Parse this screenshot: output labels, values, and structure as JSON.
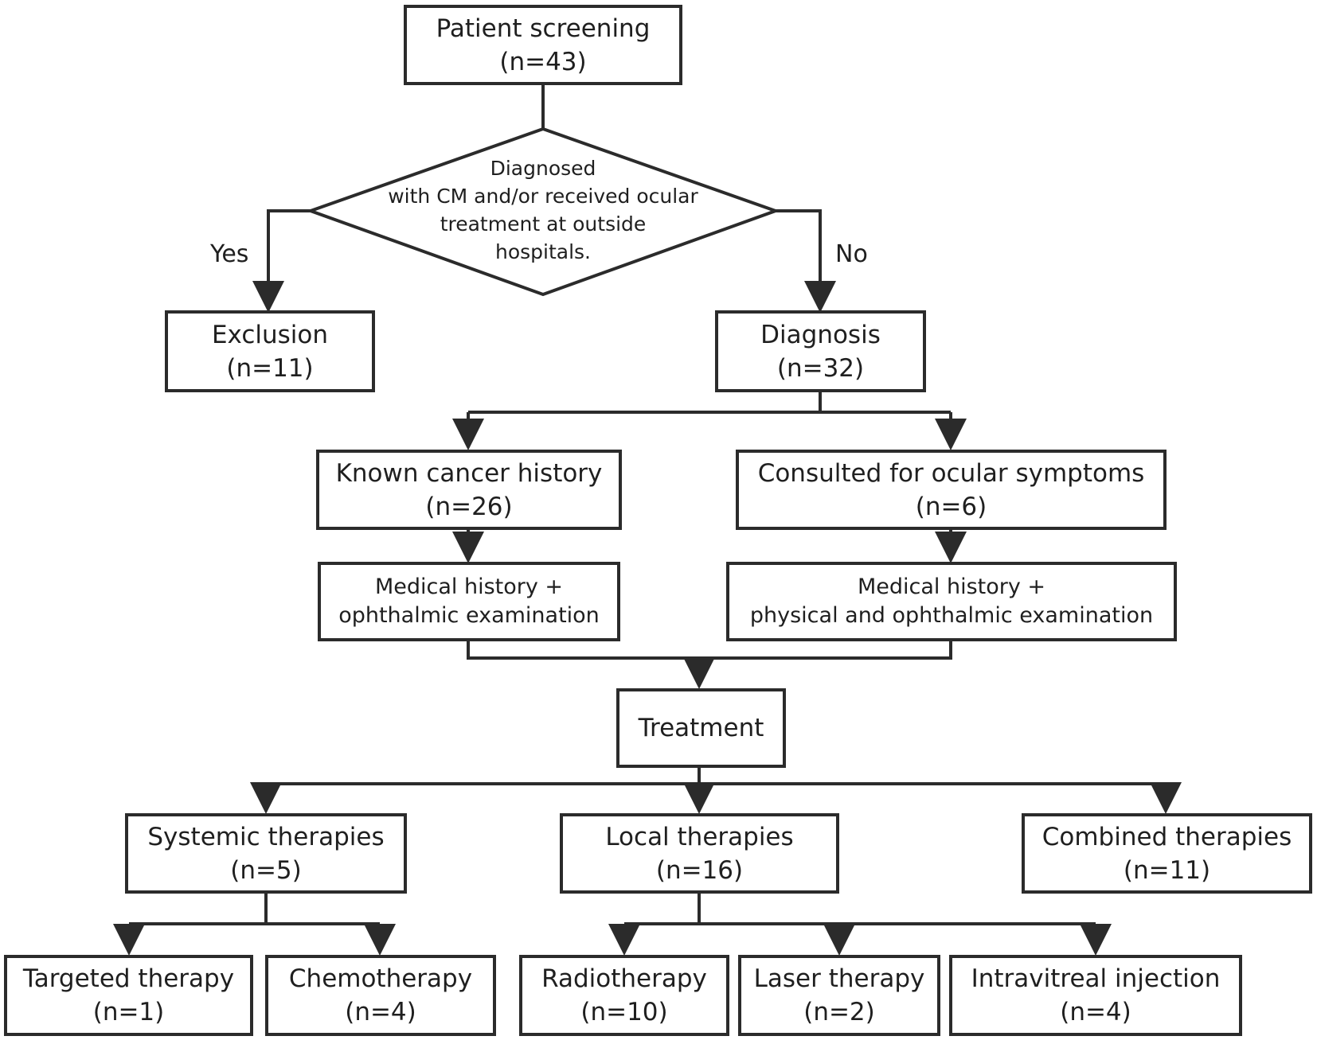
{
  "screening": {
    "title": "Patient screening",
    "count": "(n=43)"
  },
  "decision": {
    "lines": [
      "Diagnosed",
      "with CM and/or received ocular",
      "treatment at outside",
      "hospitals."
    ]
  },
  "yes_label": "Yes",
  "no_label": "No",
  "exclusion": {
    "title": "Exclusion",
    "count": "(n=11)"
  },
  "diagnosis": {
    "title": "Diagnosis",
    "count": "(n=32)"
  },
  "known_cancer": {
    "title": "Known cancer history",
    "count": "(n=26)"
  },
  "consulted": {
    "title": "Consulted for ocular symptoms",
    "count": "(n=6)"
  },
  "exam_left": {
    "line1": "Medical history +",
    "line2": "ophthalmic examination"
  },
  "exam_right": {
    "line1": "Medical history +",
    "line2": "physical and ophthalmic examination"
  },
  "treatment": {
    "title": "Treatment"
  },
  "systemic": {
    "title": "Systemic therapies",
    "count": "(n=5)"
  },
  "local": {
    "title": "Local therapies",
    "count": "(n=16)"
  },
  "combined": {
    "title": "Combined therapies",
    "count": "(n=11)"
  },
  "targeted": {
    "title": "Targeted therapy",
    "count": "(n=1)"
  },
  "chemo": {
    "title": "Chemotherapy",
    "count": "(n=4)"
  },
  "radio": {
    "title": "Radiotherapy",
    "count": "(n=10)"
  },
  "laser": {
    "title": "Laser therapy",
    "count": "(n=2)"
  },
  "intravitreal": {
    "title": "Intravitreal injection",
    "count": "(n=4)"
  }
}
